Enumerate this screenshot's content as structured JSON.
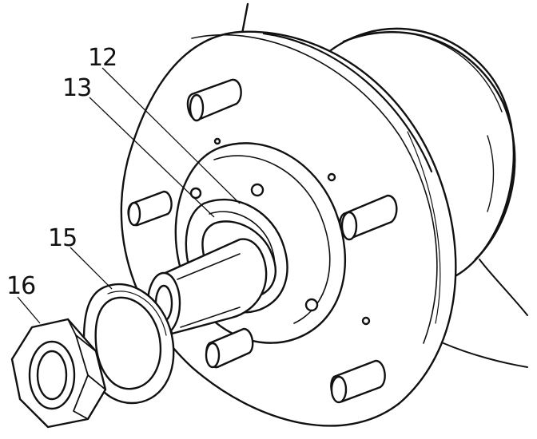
{
  "callouts": [
    {
      "id": "12",
      "text": "12"
    },
    {
      "id": "13",
      "text": "13"
    },
    {
      "id": "15",
      "text": "15"
    },
    {
      "id": "16",
      "text": "16"
    }
  ],
  "colors": {
    "ink": "#111111",
    "paper": "#ffffff"
  },
  "parts": [
    "wheel-hub-with-brake-rotor",
    "wheel-studs",
    "hub-bearing",
    "splined-axle-shaft",
    "thrust-washer",
    "hub-nut"
  ]
}
